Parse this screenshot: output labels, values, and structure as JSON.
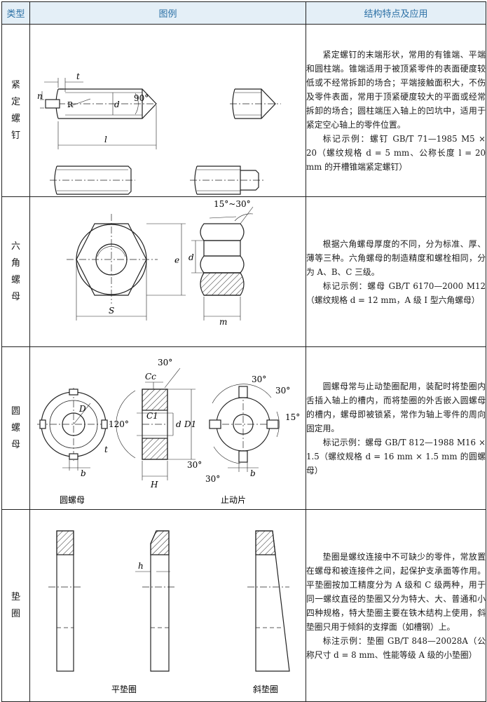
{
  "header": {
    "col_type": "类型",
    "col_figure": "图例",
    "col_desc": "结构特点及应用"
  },
  "rows": [
    {
      "type": "紧定螺钉",
      "labels": {
        "t": "t",
        "n": "n",
        "R": "R",
        "angle": "90°",
        "d": "d",
        "l": "l"
      },
      "desc": [
        "紧定螺钉的末端形状，常用的有锥端、平端和圆柱端。锥端适用于被顶紧零件的表面硬度较低或不经常拆卸的场合；平端接触面积大，不伤及零件表面，常用于顶紧硬度较大的平面或经常拆卸的场合；圆柱端压入轴上的凹坑中，适用于紧定空心轴上的零件位置。",
        "标记示例：螺钉 GB/T 71—1985 M5 × 20（螺纹规格 d = 5 mm、公称长度 l = 20 mm 的开槽锥端紧定螺钉）"
      ]
    },
    {
      "type": "六角螺母",
      "labels": {
        "angle": "15°~30°",
        "e": "e",
        "d": "d",
        "S": "S",
        "m": "m"
      },
      "desc": [
        "根据六角螺母厚度的不同，分为标准、厚、薄等三种。六角螺母的制造精度和螺栓相同，分为 A、B、C 三级。",
        "标记示例：螺母 GB/T 6170—2000 M12（螺纹规格 d = 12 mm，A 级 I 型六角螺母）"
      ]
    },
    {
      "type": "圆螺母",
      "labels": {
        "a30": "30°",
        "Cc": "Cc",
        "C1": "C1",
        "a120": "120°",
        "D": "D",
        "d": "d",
        "D1": "D1",
        "H": "H",
        "b": "b",
        "t": "t",
        "a15": "15°",
        "cap1": "圆螺母",
        "cap2": "止动片"
      },
      "desc": [
        "圆螺母常与止动垫圈配用，装配时将垫圈内舌插入轴上的槽内，而将垫圈的外舌嵌入圆螺母的槽内，螺母即被锁紧，常作为轴上零件的周向固定用。",
        "标记示例：螺母 GB/T 812—1988 M16 × 1.5（螺纹规格 d = 16 mm × 1.5 mm 的圆螺母）"
      ]
    },
    {
      "type": "垫圈",
      "labels": {
        "h": "h",
        "cap1": "平垫圈",
        "cap2": "斜垫圈"
      },
      "desc": [
        "垫圈是螺纹连接中不可缺少的零件，常放置在螺母和被连接件之间，起保护支承面等作用。平垫圈按加工精度分为 A 级和 C 级两种，用于同一螺纹直径的垫圈又分为特大、大、普通和小四种规格，特大垫圈主要在铁木结构上使用，斜垫圈只用于倾斜的支撑面（如槽钢）上。",
        "标注示例：垫圈 GB/T 848—20028A（公称尺寸 d = 8 mm、性能等级 A 级的小垫圈）"
      ]
    }
  ]
}
